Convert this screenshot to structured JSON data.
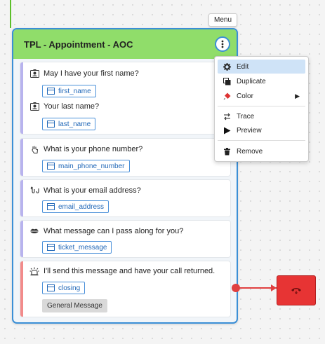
{
  "node": {
    "title": "TPL - Appointment - AOC",
    "menu_tooltip": "Menu"
  },
  "cards": [
    {
      "questions": [
        {
          "icon": "id-card-icon",
          "text": "May I have your first name?",
          "variable": "first_name"
        },
        {
          "icon": "id-card-icon",
          "text": "Your last name?",
          "variable": "last_name"
        }
      ]
    },
    {
      "questions": [
        {
          "icon": "phone-keypad-icon",
          "text": "What is your phone number?",
          "variable": "main_phone_number"
        }
      ]
    },
    {
      "questions": [
        {
          "icon": "at-sign-icon",
          "text": "What is your email address?",
          "variable": "email_address"
        }
      ]
    },
    {
      "questions": [
        {
          "icon": "lips-icon",
          "text": "What message can I pass along for you?",
          "variable": "ticket_message"
        }
      ]
    },
    {
      "questions": [
        {
          "icon": "alarm-icon",
          "text": "I'll send this message and have your call returned.",
          "variable": "closing"
        }
      ],
      "tag": "General Message"
    }
  ],
  "menu": {
    "items": [
      {
        "label": "Edit",
        "icon": "gear-icon",
        "active": true
      },
      {
        "label": "Duplicate",
        "icon": "duplicate-icon"
      },
      {
        "label": "Color",
        "icon": "paint-icon",
        "submenu": "▶"
      },
      {
        "label": "Trace",
        "icon": "trace-icon"
      },
      {
        "label": "Preview",
        "icon": "play-icon"
      },
      {
        "label": "Remove",
        "icon": "trash-icon"
      }
    ]
  },
  "colors": {
    "header": "#90dd6a",
    "node_border": "#3b8fd6",
    "stripe": "#b8b3ee",
    "stripe_closing": "#f28b8b",
    "hangup": "#e73434",
    "connector": "#5cbf2a"
  }
}
